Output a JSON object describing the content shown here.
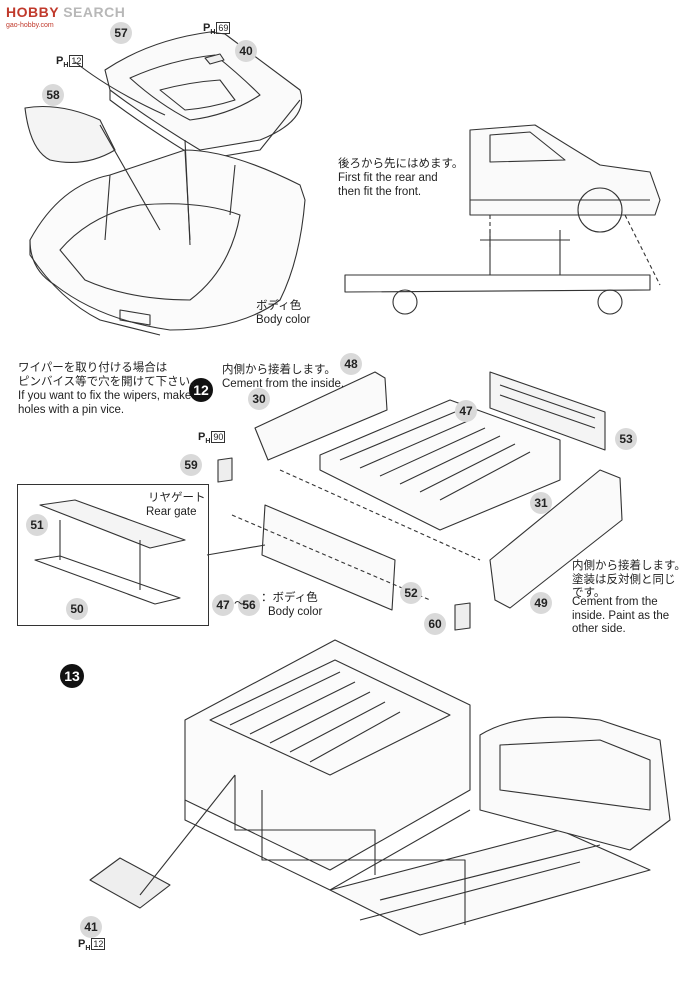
{
  "logo": {
    "part1": "HOBBY",
    "part2": "SEARCH",
    "watermark": "gao-hobby.com"
  },
  "steps": {
    "s12": "12",
    "s13": "13"
  },
  "parts": {
    "p57": "57",
    "p40": "40",
    "p58": "58",
    "p48": "48",
    "p47": "47",
    "p53": "53",
    "p30": "30",
    "p59": "59",
    "p31": "31",
    "p51": "51",
    "p50": "50",
    "p52": "52",
    "p47b": "47",
    "p56": "56",
    "p60": "60",
    "p49": "49",
    "p41": "41"
  },
  "refs": {
    "r69": {
      "ph": "P",
      "sub": "H",
      "num": "69"
    },
    "r12a": {
      "ph": "P",
      "sub": "H",
      "num": "12"
    },
    "r90": {
      "ph": "P",
      "sub": "H",
      "num": "90"
    },
    "r12b": {
      "ph": "P",
      "sub": "H",
      "num": "12"
    }
  },
  "notes": {
    "fit_jp": "後ろから先にはめます。",
    "fit_en": "First fit the rear and\nthen fit the front.",
    "body1_jp": "ボディ色",
    "body1_en": "Body color",
    "wiper_jp": "ワイパーを取り付ける場合は\nピンバイス等で穴を開けて下さい。",
    "wiper_en": "If you want to fix the wipers, make\nholes with a pin vice.",
    "inside_jp": "内側から接着します。",
    "inside_en": "Cement from the inside.",
    "gate_jp": "リヤゲート",
    "gate_en": "Rear gate",
    "range_sep": "〜",
    "body2_jp": "：ボディ色",
    "body2_en": "Body color",
    "inside2_jp": "内側から接着します。\n塗装は反対側と同じ\nです。",
    "inside2_en": "Cement from the\ninside. Paint as the\nother side."
  }
}
